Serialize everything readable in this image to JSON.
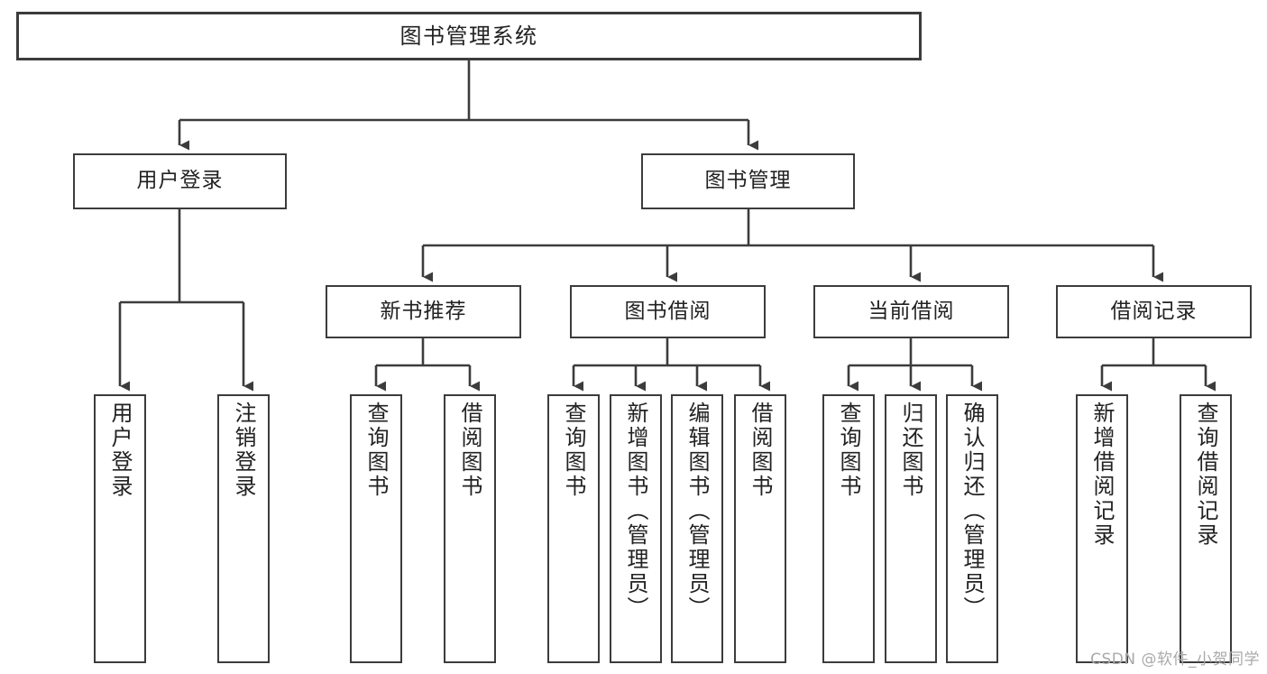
{
  "diagram": {
    "title": "图书管理系统",
    "type": "tree",
    "stroke_color": "#3c3c3c",
    "fill_color": "#ffffff",
    "text_color": "#222222"
  },
  "nodes": {
    "root": {
      "label": "图书管理系统"
    },
    "level2": [
      {
        "label": "用户登录"
      },
      {
        "label": "图书管理"
      }
    ],
    "level3": [
      {
        "label": "新书推荐"
      },
      {
        "label": "图书借阅"
      },
      {
        "label": "当前借阅"
      },
      {
        "label": "借阅记录"
      }
    ],
    "leaves_user_login": [
      {
        "label": "用户登录"
      },
      {
        "label": "注销登录"
      }
    ],
    "leaves_new_book": [
      {
        "label": "查询图书"
      },
      {
        "label": "借阅图书"
      }
    ],
    "leaves_borrow": [
      {
        "label": "查询图书"
      },
      {
        "label": "新增图书（管理员）"
      },
      {
        "label": "编辑图书（管理员）"
      },
      {
        "label": "借阅图书"
      }
    ],
    "leaves_current": [
      {
        "label": "查询图书"
      },
      {
        "label": "归还图书"
      },
      {
        "label": "确认归还（管理员）"
      }
    ],
    "leaves_records": [
      {
        "label": "新增借阅记录"
      },
      {
        "label": "查询借阅记录"
      }
    ]
  },
  "watermark": {
    "text": "CSDN @软件_小贺同学"
  }
}
